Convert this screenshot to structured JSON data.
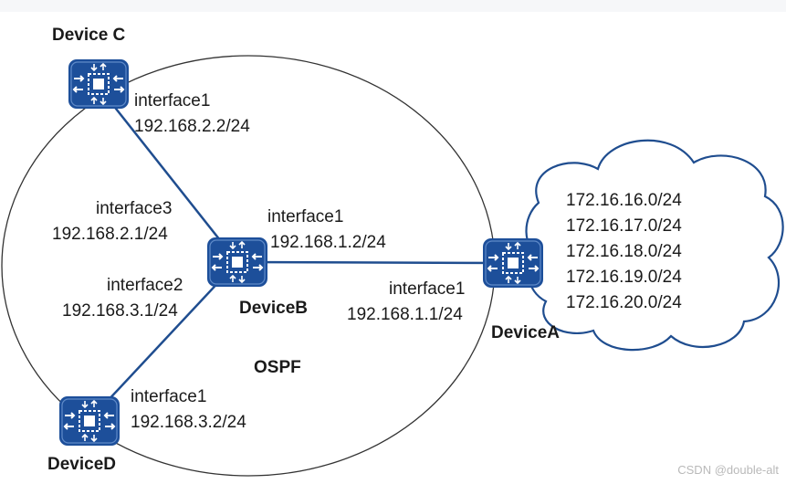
{
  "devices": {
    "c": {
      "name": "Device C",
      "icon": "router-icon"
    },
    "b": {
      "name": "DeviceB",
      "icon": "router-icon"
    },
    "a": {
      "name": "DeviceA",
      "icon": "router-icon"
    },
    "d": {
      "name": "DeviceD",
      "icon": "router-icon"
    }
  },
  "interfaces": {
    "c_if1": {
      "name": "interface1",
      "ip": "192.168.2.2/24"
    },
    "b_if3": {
      "name": "interface3",
      "ip": "192.168.2.1/24"
    },
    "b_if1": {
      "name": "interface1",
      "ip": "192.168.1.2/24"
    },
    "b_if2": {
      "name": "interface2",
      "ip": "192.168.3.1/24"
    },
    "a_if1": {
      "name": "interface1",
      "ip": "192.168.1.1/24"
    },
    "d_if1": {
      "name": "interface1",
      "ip": "192.168.3.2/24"
    }
  },
  "area_label": "OSPF",
  "cloud_routes": [
    "172.16.16.0/24",
    "172.16.17.0/24",
    "172.16.18.0/24",
    "172.16.19.0/24",
    "172.16.20.0/24"
  ],
  "watermark": "CSDN @double-alt",
  "colors": {
    "link": "#1f4d8f",
    "router_fill": "#1d4f9a",
    "cloud_stroke": "#1f4d8f",
    "area_stroke": "#333333"
  }
}
